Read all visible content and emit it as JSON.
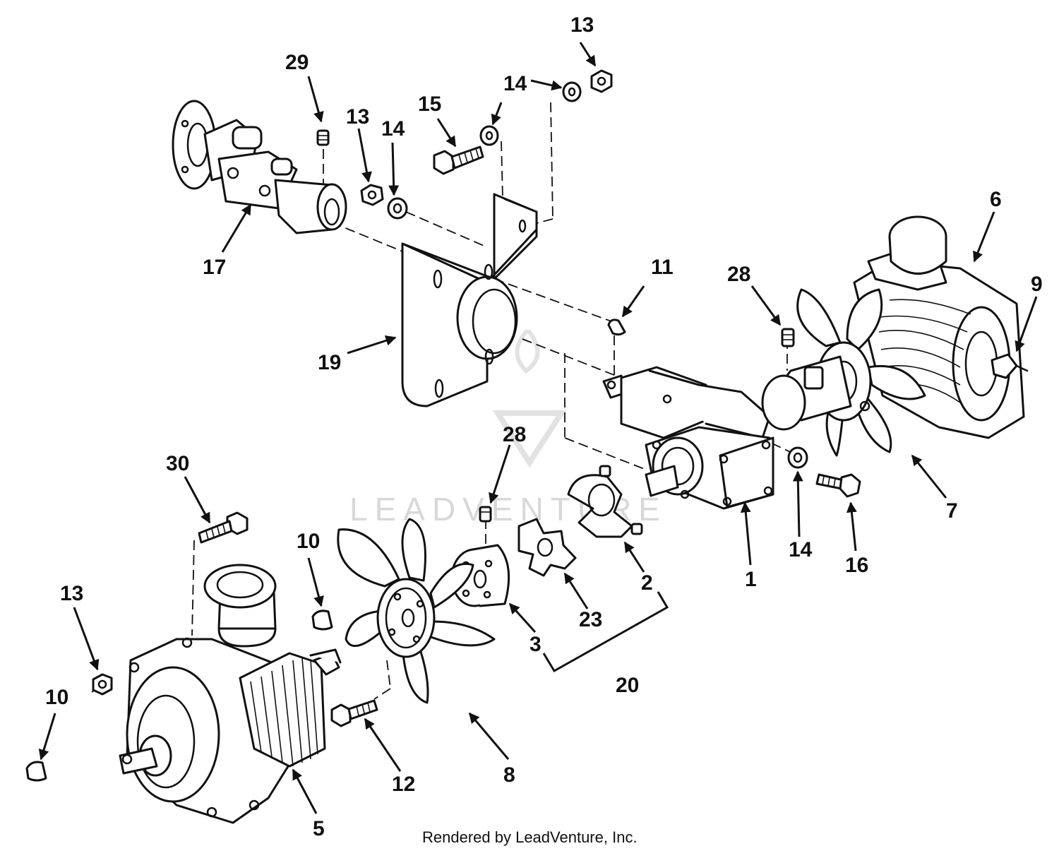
{
  "diagram": {
    "callouts": [
      {
        "id": "c13a",
        "text": "13"
      },
      {
        "id": "c29",
        "text": "29"
      },
      {
        "id": "c13b",
        "text": "13"
      },
      {
        "id": "c14a",
        "text": "14"
      },
      {
        "id": "c15",
        "text": "15"
      },
      {
        "id": "c14b",
        "text": "14"
      },
      {
        "id": "c17",
        "text": "17"
      },
      {
        "id": "c19",
        "text": "19"
      },
      {
        "id": "c11",
        "text": "11"
      },
      {
        "id": "c28a",
        "text": "28"
      },
      {
        "id": "c6",
        "text": "6"
      },
      {
        "id": "c9",
        "text": "9"
      },
      {
        "id": "c28b",
        "text": "28"
      },
      {
        "id": "c30",
        "text": "30"
      },
      {
        "id": "c10a",
        "text": "10"
      },
      {
        "id": "c13c",
        "text": "13"
      },
      {
        "id": "c10b",
        "text": "10"
      },
      {
        "id": "c2",
        "text": "2"
      },
      {
        "id": "c23",
        "text": "23"
      },
      {
        "id": "c3",
        "text": "3"
      },
      {
        "id": "c20",
        "text": "20"
      },
      {
        "id": "c1",
        "text": "1"
      },
      {
        "id": "c14c",
        "text": "14"
      },
      {
        "id": "c16",
        "text": "16"
      },
      {
        "id": "c7",
        "text": "7"
      },
      {
        "id": "c12",
        "text": "12"
      },
      {
        "id": "c8",
        "text": "8"
      },
      {
        "id": "c5",
        "text": "5"
      }
    ],
    "watermark": "LEADVENTURE",
    "footer": "Rendered by LeadVenture, Inc."
  }
}
